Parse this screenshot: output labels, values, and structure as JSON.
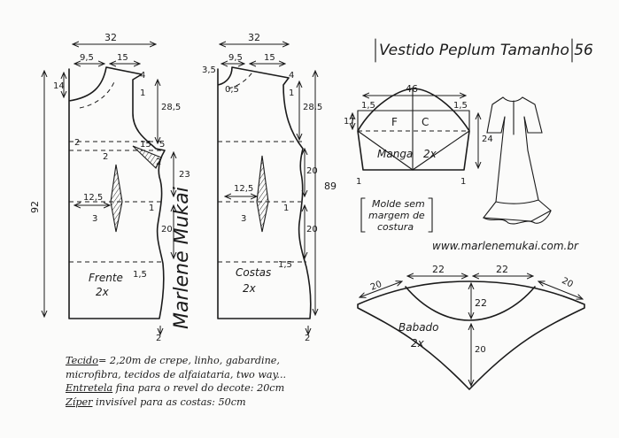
{
  "title": "Vestido Peplum Tamanho 56",
  "website": "www.marlenemukai.com.br",
  "signature": "Marlene Mukai",
  "seam_note": [
    "Molde sem",
    "margem de",
    "costura"
  ],
  "front": {
    "label": "Frente",
    "count": "2x",
    "dims": {
      "width": "32",
      "neck": "9,5",
      "shoulder": "15",
      "neck_drop": "14",
      "shoulder_drop": "4",
      "armhole_depth": "28,5",
      "total_length": "92",
      "bust_dart": "15",
      "dart_depth": "2",
      "dart_offset": "12,5",
      "dart_width": "3",
      "side_width": "1",
      "seam_3": "2",
      "hip_drop": "23",
      "skirt_drop": "20",
      "hem_ease": "1,5",
      "waist_mark": "1,5",
      "small_2": "2",
      "arm_5": "5",
      "hem_2": "2"
    }
  },
  "back": {
    "label": "Costas",
    "count": "2x",
    "dims": {
      "width": "32",
      "neck": "9,5",
      "shoulder": "15",
      "neck_drop": "3,5",
      "neck_back": "0,5",
      "shoulder_drop": "4",
      "armhole_depth": "28,5",
      "total_length": "89",
      "dart_offset": "12,5",
      "dart_width": "3",
      "side_width": "1",
      "hip_drop": "20",
      "skirt_drop": "20",
      "hem_ease": "1,5",
      "hem_2": "2",
      "small_1": "1"
    }
  },
  "sleeve": {
    "label": "Manga",
    "count": "2x",
    "front_mark": "F",
    "back_mark": "C",
    "dims": {
      "width": "46",
      "cap_height": "17",
      "length": "24",
      "cap_offset": "1,5",
      "hem_offset": "1"
    }
  },
  "ruffle": {
    "label": "Babado",
    "count": "2x",
    "dims": {
      "radius_left": "22",
      "radius_right": "22",
      "flare_left": "20",
      "flare_right": "20",
      "inner_depth": "22",
      "depth": "20"
    }
  },
  "notes": {
    "fabric_label": "Tecido",
    "fabric_line1": "= 2,20m de crepe, linho, gabardine,",
    "fabric_line2": "microfibra, tecidos de alfaiataria, two way...",
    "interfacing_label": "Entretela",
    "interfacing_text": " fina para o revel do decote: 20cm",
    "zipper_label": "Zíper",
    "zipper_text": " invisível para as costas: 50cm"
  }
}
